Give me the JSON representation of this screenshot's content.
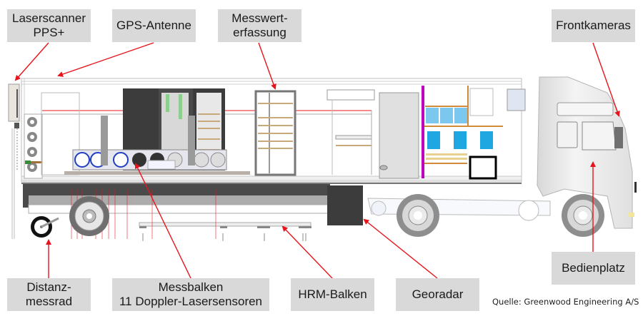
{
  "title": "Messfahrzeug Schnittdarstellung",
  "labels": {
    "laserscanner": {
      "line1": "Laserscanner",
      "line2": "PPS+"
    },
    "gps": {
      "line1": "GPS-Antenne"
    },
    "messwert": {
      "line1": "Messwert-",
      "line2": "erfassung"
    },
    "frontkameras": {
      "line1": "Frontkameras"
    },
    "distanz": {
      "line1": "Distanz-",
      "line2": "messrad"
    },
    "messbalken": {
      "line1": "Messbalken",
      "line2": "11 Doppler-Lasersensoren"
    },
    "hrm": {
      "line1": "HRM-Balken"
    },
    "georadar": {
      "line1": "Georadar"
    },
    "bedienplatz": {
      "line1": "Bedienplatz"
    }
  },
  "source": "Quelle: Greenwood Engineering A/S",
  "colors": {
    "label_bg": "#d9d9d9",
    "arrow": "#e8141c",
    "dark_cabinet": "#3c3c3c",
    "monitor_blue": "#1ea7e1",
    "magenta_rail": "#c000c0",
    "wood_shelf": "#d08a3a",
    "laser_line": "#e8141c"
  }
}
